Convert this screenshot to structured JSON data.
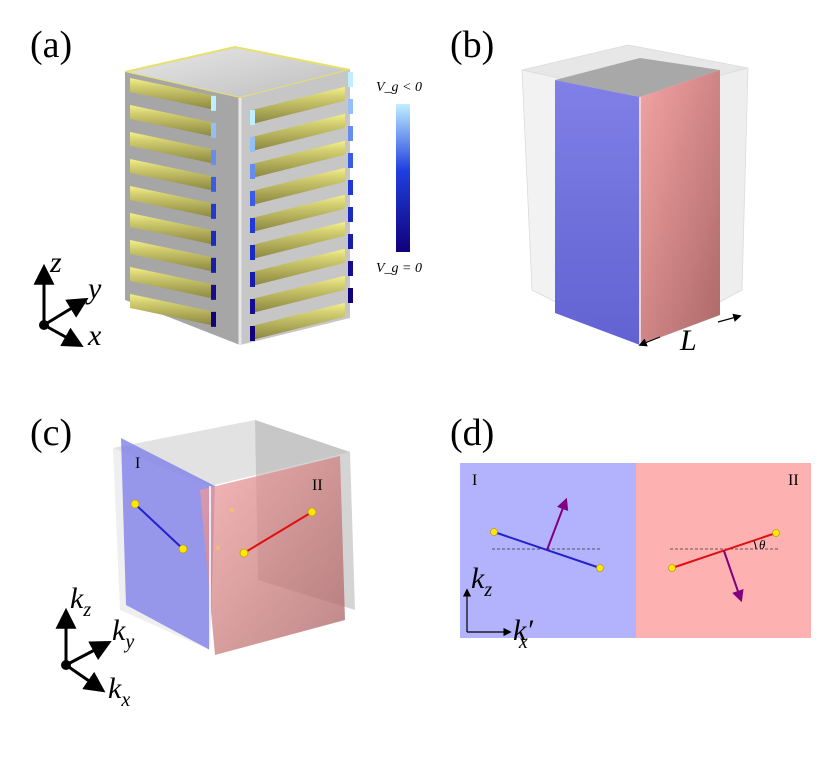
{
  "panels": {
    "a": {
      "label": "(a)",
      "colorbar": {
        "top_label": "V_g < 0",
        "bottom_label": "V_g = 0",
        "color_top": "#bfefff",
        "color_mid": "#1f3fe0",
        "color_bottom": "#10007a"
      },
      "axes": {
        "z": "z",
        "y": "y",
        "x": "x"
      },
      "gate_color": "#c8c46a",
      "gate_edge_color": "#f4f08a"
    },
    "b": {
      "label": "(b)",
      "length_label": "L",
      "region_colors": {
        "left": "#6a6ae0",
        "right": "#e89090"
      }
    },
    "c": {
      "label": "(c)",
      "region_labels": [
        "I",
        "II"
      ],
      "axes": {
        "z": "k",
        "z_sub": "z",
        "y": "k",
        "y_sub": "y",
        "x": "k",
        "x_sub": "x"
      }
    },
    "d": {
      "label": "(d)",
      "region_labels": [
        "I",
        "II"
      ],
      "angle_label": "θ",
      "axes": {
        "vertical": "k",
        "vertical_sub": "z",
        "horizontal": "k′",
        "horizontal_sub": "x"
      },
      "colors": {
        "left_bg": "#b3b3fd",
        "right_bg": "#fdb1b1",
        "blue_line": "#2222cc",
        "red_line": "#e01010",
        "arrow": "#800080"
      }
    }
  }
}
